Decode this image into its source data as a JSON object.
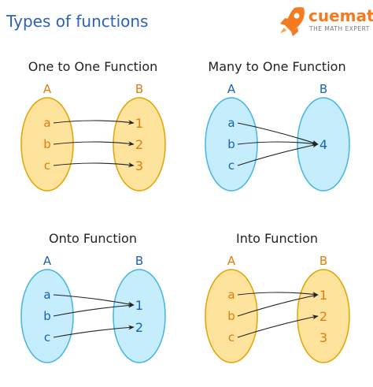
{
  "page_title": "Types of functions",
  "brand": {
    "name": "cuemath",
    "tagline": "THE MATH EXPERT"
  },
  "colors": {
    "title": "#2b63b0",
    "heading": "#222222",
    "orange_fill": "#fde39b",
    "orange_stroke": "#e3a300",
    "orange_text": "#e07d10",
    "blue_fill": "#c5edfb",
    "blue_stroke": "#44b4e4",
    "blue_text": "#1b61b4",
    "arrow": "#222222",
    "brand": "#f47b20"
  },
  "diagrams": [
    {
      "title": "One to One Function",
      "set_a": {
        "label": "A",
        "elements": [
          "a",
          "b",
          "c"
        ],
        "color": "orange"
      },
      "set_b": {
        "label": "B",
        "elements": [
          "1",
          "2",
          "3"
        ],
        "color": "orange"
      },
      "arrows": [
        [
          0,
          0
        ],
        [
          1,
          1
        ],
        [
          2,
          2
        ]
      ]
    },
    {
      "title": "Many to One Function",
      "set_a": {
        "label": "A",
        "elements": [
          "a",
          "b",
          "c"
        ],
        "color": "blue"
      },
      "set_b": {
        "label": "B",
        "elements": [
          "4"
        ],
        "color": "blue"
      },
      "arrows": [
        [
          0,
          0
        ],
        [
          1,
          0
        ],
        [
          2,
          0
        ]
      ]
    },
    {
      "title": "Onto Function",
      "set_a": {
        "label": "A",
        "elements": [
          "a",
          "b",
          "c"
        ],
        "color": "blue"
      },
      "set_b": {
        "label": "B",
        "elements": [
          "1",
          "2"
        ],
        "color": "blue"
      },
      "arrows": [
        [
          0,
          0
        ],
        [
          1,
          0
        ],
        [
          2,
          1
        ]
      ]
    },
    {
      "title": "Into Function",
      "set_a": {
        "label": "A",
        "elements": [
          "a",
          "b",
          "c"
        ],
        "color": "orange"
      },
      "set_b": {
        "label": "B",
        "elements": [
          "1",
          "2",
          "3"
        ],
        "color": "orange"
      },
      "arrows": [
        [
          0,
          0
        ],
        [
          1,
          0
        ],
        [
          2,
          1
        ]
      ]
    }
  ]
}
